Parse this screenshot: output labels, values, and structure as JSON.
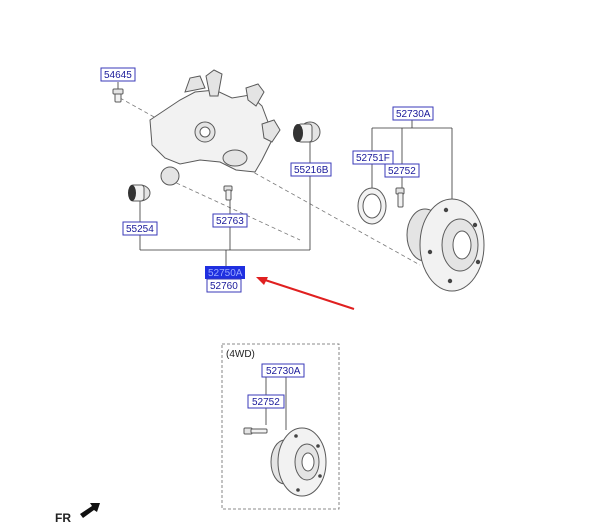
{
  "labels": {
    "p54645": "54645",
    "p52730A_top": "52730A",
    "p52751F": "52751F",
    "p52752_top": "52752",
    "p55216B": "55216B",
    "p52763": "52763",
    "p55254": "55254",
    "p52750A": "52750A",
    "p52760": "52760",
    "variant_title": "(4WD)",
    "p52730A_4wd": "52730A",
    "p52752_4wd": "52752",
    "front_marker": "FR"
  },
  "colors": {
    "highlight": "#1f2fe0",
    "callout_arrow": "#e02020",
    "label_text": "#1a1a9a"
  },
  "icons": {
    "front_direction": "arrow-icon"
  }
}
